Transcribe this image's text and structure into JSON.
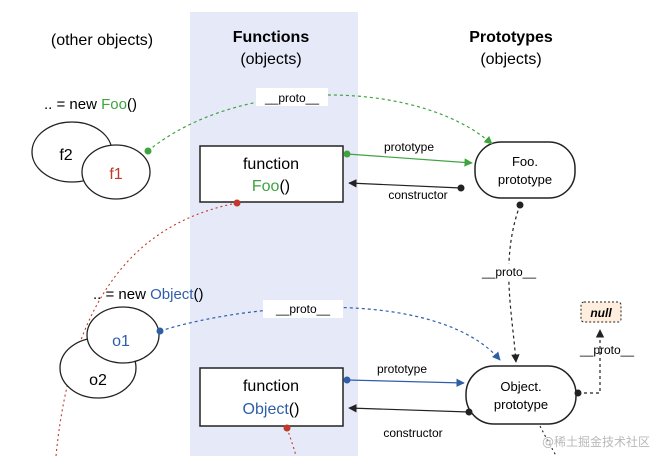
{
  "columns": {
    "other": "(other objects)",
    "functions_title": "Functions",
    "functions_sub": "(objects)",
    "prototypes_title": "Prototypes",
    "prototypes_sub": "(objects)"
  },
  "foo_section": {
    "caption_prefix": ".. = new ",
    "caption_name": "Foo",
    "caption_suffix": "()",
    "obj_back": "f2",
    "obj_front": "f1",
    "func_keyword": "function",
    "func_name": "Foo",
    "func_suffix": "()",
    "proto_line1": "Foo.",
    "proto_line2": "prototype"
  },
  "object_section": {
    "caption_prefix": ".. = new ",
    "caption_name": "Object",
    "caption_suffix": "()",
    "obj_front": "o1",
    "obj_back": "o2",
    "func_keyword": "function",
    "func_name": "Object",
    "func_suffix": "()",
    "proto_line1": "Object.",
    "proto_line2": "prototype"
  },
  "links": {
    "proto_foo_instance": "__proto__",
    "prototype_foo": "prototype",
    "constructor_foo": "constructor",
    "proto_foo_prototype": "__proto__",
    "proto_object_instance": "__proto__",
    "prototype_object": "prototype",
    "constructor_object": "constructor",
    "proto_object_prototype": "__proto__"
  },
  "null_label": "null",
  "watermark": "@稀土掘金技术社区",
  "colors": {
    "foo_green": "#3fa33f",
    "object_blue": "#2f5ea8",
    "instance_red": "#c0392b",
    "arrow_dark": "#222222",
    "band": "#e6e9f8",
    "null_fill": "#ffeedd"
  }
}
